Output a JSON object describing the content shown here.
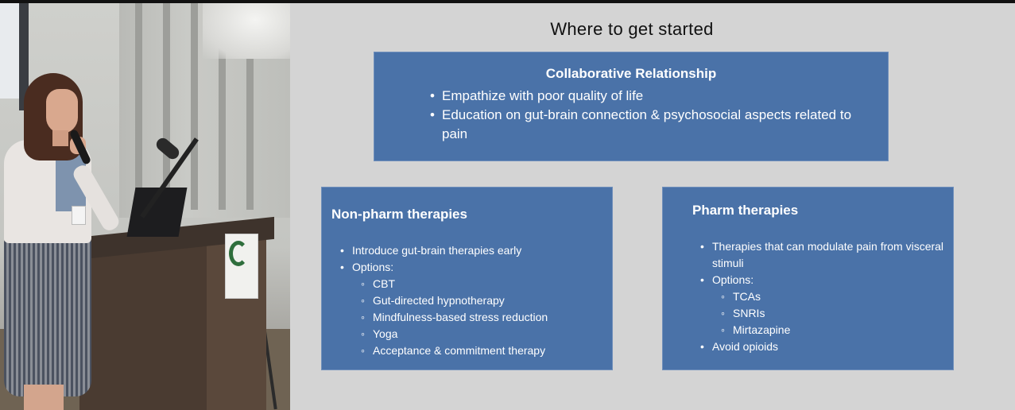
{
  "slide": {
    "title": "Where to get started",
    "collaborative": {
      "heading": "Collaborative Relationship",
      "items": [
        "Empathize with poor quality of life",
        "Education on gut-brain connection & psychosocial aspects related to pain"
      ]
    },
    "non_pharm": {
      "heading": "Non-pharm therapies",
      "items": [
        "Introduce gut-brain therapies early",
        "Options:"
      ],
      "options": [
        "CBT",
        "Gut-directed hypnotherapy",
        "Mindfulness-based stress reduction",
        "Yoga",
        "Acceptance & commitment therapy"
      ]
    },
    "pharm": {
      "heading": "Pharm therapies",
      "items": [
        "Therapies that can modulate pain from visceral stimuli",
        "Options:",
        "Avoid opioids"
      ],
      "options": [
        "TCAs",
        "SNRIs",
        "Mirtazapine"
      ]
    }
  },
  "colors": {
    "slide_background": "#d4d4d4",
    "box_fill": "#4a72a8",
    "title_text": "#111111"
  }
}
